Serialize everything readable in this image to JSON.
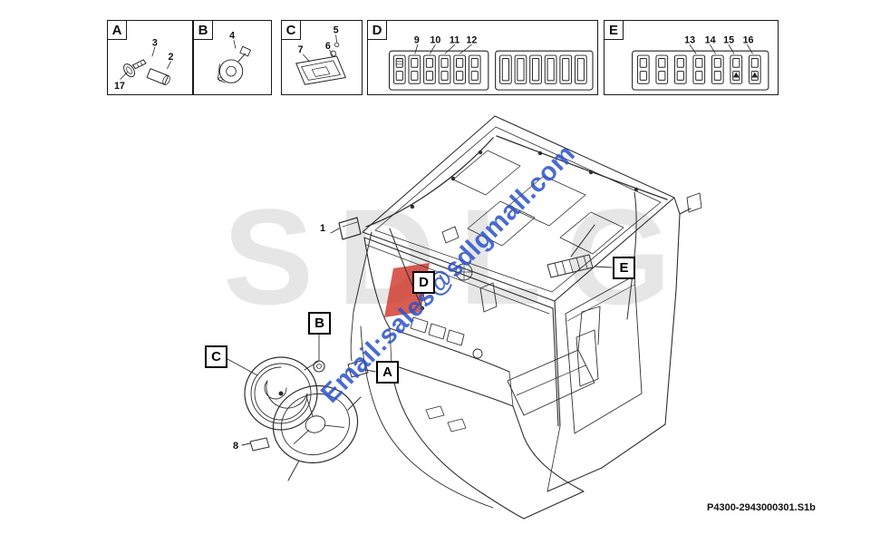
{
  "watermark": {
    "brand": "SDLG",
    "email": "Email:sales@sdlgmall.com"
  },
  "panels": {
    "a": {
      "label": "A",
      "nums": [
        "3",
        "2",
        "17"
      ]
    },
    "b": {
      "label": "B",
      "nums": [
        "4"
      ]
    },
    "c": {
      "label": "C",
      "nums": [
        "5",
        "6",
        "7"
      ]
    },
    "d": {
      "label": "D",
      "nums": [
        "9",
        "10",
        "11",
        "12"
      ]
    },
    "e": {
      "label": "E",
      "nums": [
        "13",
        "14",
        "15",
        "16"
      ]
    }
  },
  "callouts": {
    "part1": "1",
    "part8": "8",
    "a": "A",
    "b": "B",
    "c": "C",
    "d": "D",
    "e": "E"
  },
  "footer": {
    "part_code": "P4300-2943000301.S1b"
  }
}
